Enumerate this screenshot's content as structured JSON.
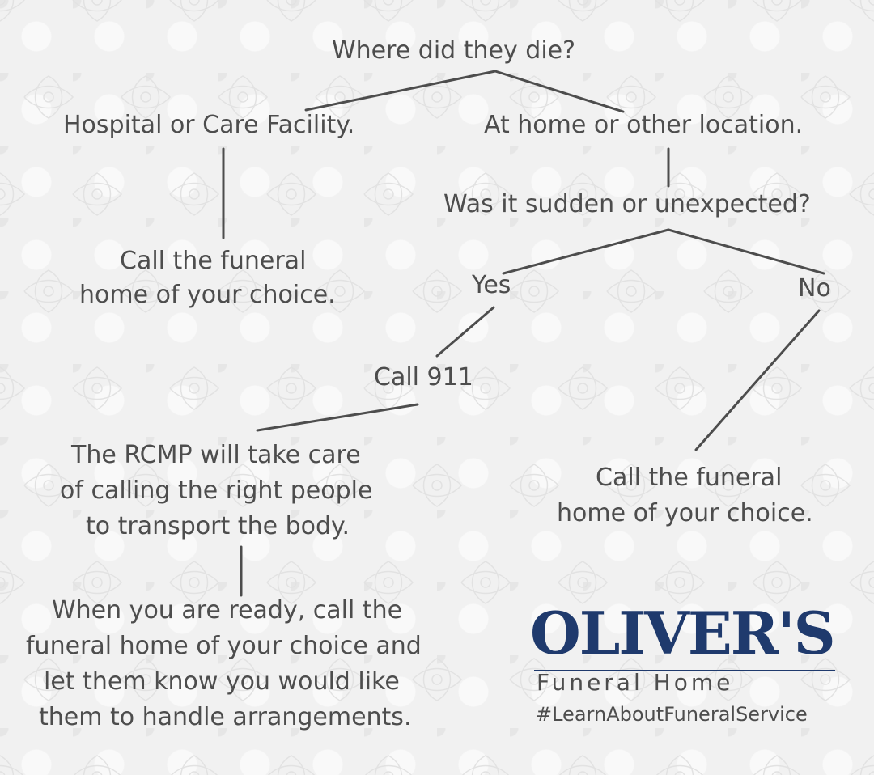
{
  "flowchart": {
    "root": "Where did they die?",
    "branch_hospital": "Hospital or Care Facility.",
    "branch_home": "At home or other location.",
    "hospital_action_line1": "Call the funeral",
    "hospital_action_line2": "home of your choice.",
    "question_sudden": "Was it sudden or unexpected?",
    "answer_yes": "Yes",
    "answer_no": "No",
    "call_911": "Call 911",
    "rcmp_line1": "The RCMP will take care",
    "rcmp_line2": "of calling the right people",
    "rcmp_line3": "to transport the body.",
    "ready_line1": "When you are ready, call the",
    "ready_line2": "funeral home of your choice and",
    "ready_line3": "let them know you would like",
    "ready_line4": "them to handle arrangements.",
    "no_action_line1": "Call the funeral",
    "no_action_line2": "home of your choice."
  },
  "brand": {
    "name": "OLIVER'S",
    "subtitle": "Funeral Home",
    "hashtag": "#LearnAboutFuneralService"
  },
  "colors": {
    "text": "#4d4d4d",
    "lines": "#4d4d4d",
    "brand": "#1f3a6d",
    "background": "#f1f1f1"
  }
}
